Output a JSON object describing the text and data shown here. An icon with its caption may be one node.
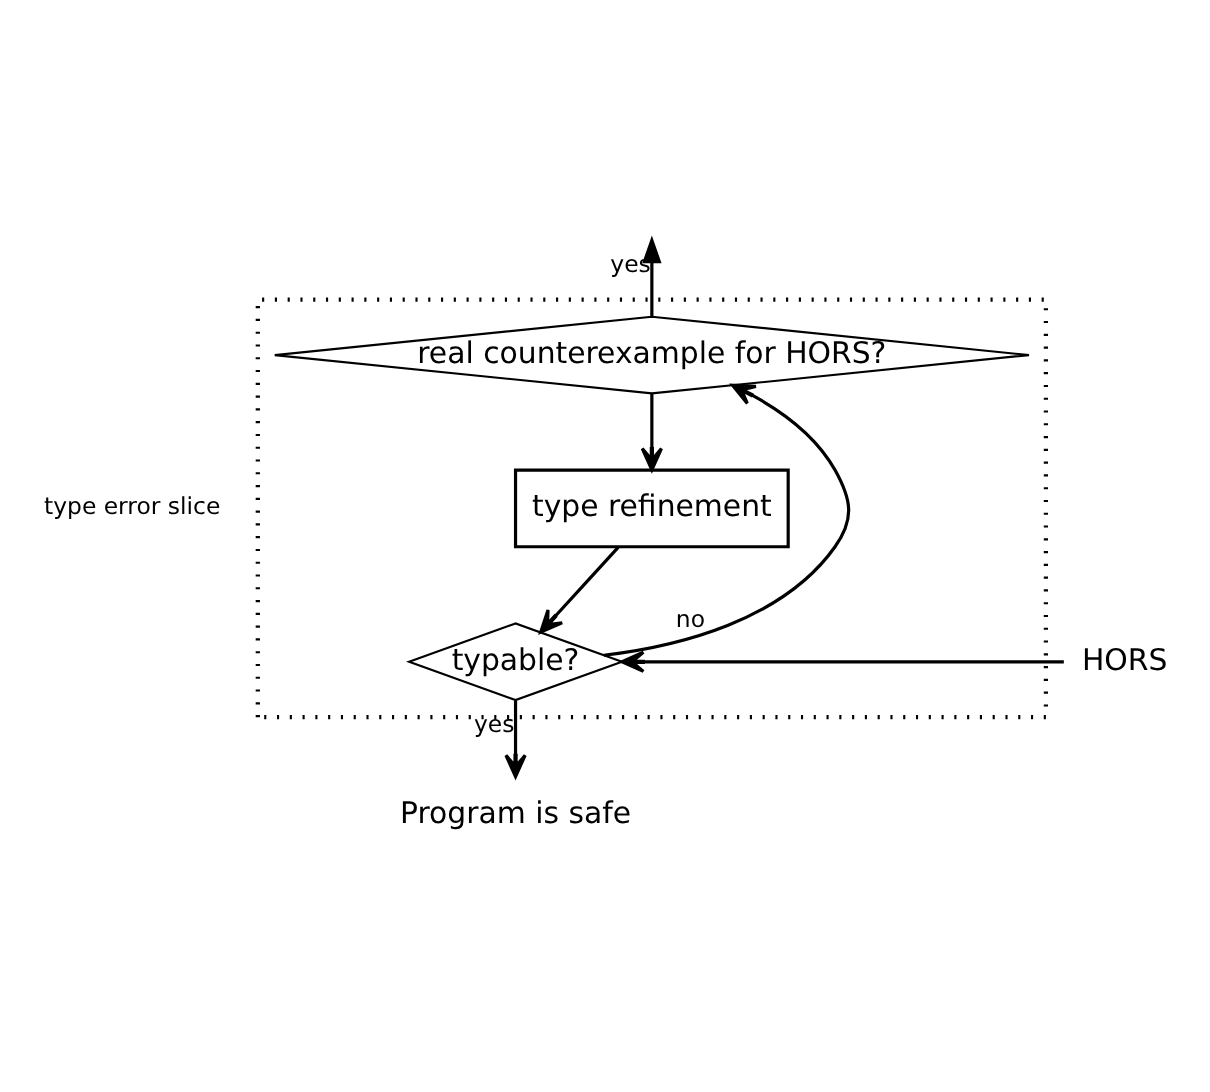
{
  "diagram": {
    "nodes": [
      {
        "text": [],
        "shape": "box"
      },
      {
        "text": [
          "real counterexample for HORS?"
        ],
        "in": 0
      },
      {
        "text": [
          "type refinement"
        ],
        "in": 0
      },
      {
        "text": [
          "typable?"
        ],
        "in": 0
      },
      {
        "text": [
          "HORS"
        ]
      },
      {
        "text": [
          "Program is safe"
        ]
      }
    ],
    "edges": [
      {
        "from": 1,
        "to": null,
        "arrow": "to",
        "label": "yes"
      },
      {
        "from": 1,
        "to": 2,
        "arrow": "to"
      },
      {
        "from": 2,
        "to": 3,
        "arrow": "to"
      },
      {
        "from": 3,
        "to": 1,
        "arrow": "to",
        "label": "no"
      },
      {
        "from": 4,
        "to": 3,
        "arrow": "to"
      },
      {
        "from": 3,
        "to": 5,
        "arrow": "to",
        "label": "yes"
      }
    ],
    "labels": [
      "type error slice"
    ]
  }
}
